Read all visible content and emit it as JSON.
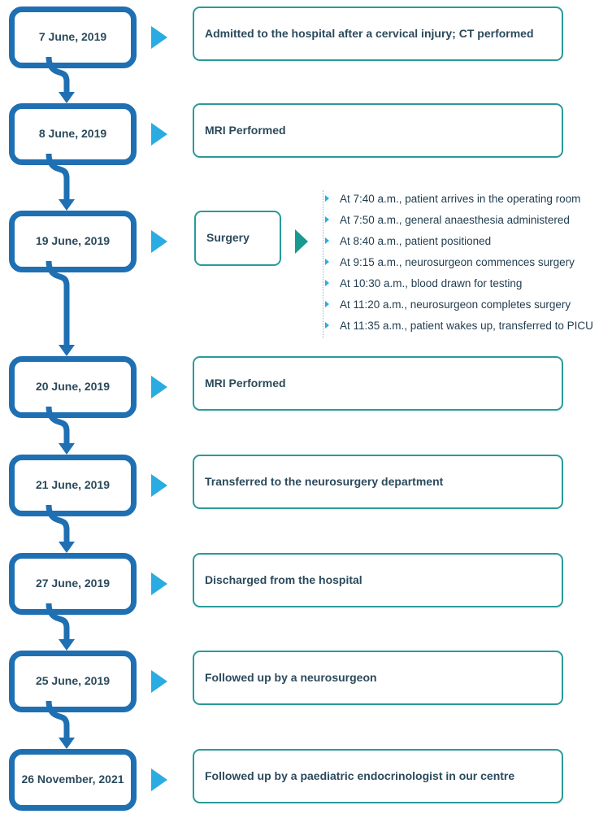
{
  "timeline": [
    {
      "date": "7 June, 2019",
      "event": "Admitted to the hospital after a cervical injury; CT performed"
    },
    {
      "date": "8 June, 2019",
      "event": "MRI Performed"
    },
    {
      "date": "19 June, 2019",
      "event": "Surgery",
      "details": [
        "At 7:40 a.m., patient arrives in the operating room",
        "At 7:50 a.m., general anaesthesia administered",
        "At 8:40 a.m., patient positioned",
        "At 9:15 a.m., neurosurgeon commences surgery",
        "At 10:30 a.m., blood drawn for testing",
        "At 11:20 a.m., neurosurgeon completes surgery",
        "At 11:35 a.m., patient wakes up, transferred to PICU"
      ]
    },
    {
      "date": "20 June, 2019",
      "event": "MRI Performed"
    },
    {
      "date": "21 June, 2019",
      "event": "Transferred to the neurosurgery department"
    },
    {
      "date": "27 June, 2019",
      "event": "Discharged from the hospital"
    },
    {
      "date": "25 June, 2019",
      "event": "Followed up by a neurosurgeon"
    },
    {
      "date": "26 November, 2021",
      "event": "Followed up by a paediatric endocrinologist in our centre"
    }
  ],
  "colors": {
    "date_border": "#1f6fb3",
    "event_border": "#2a9a9a",
    "pointer": "#2aace2",
    "sub_pointer": "#1a9990",
    "text": "#2b4a5c"
  },
  "icons": {
    "pointer": "triangle-right-icon",
    "bullet": "bullet-triangle-icon",
    "connector": "curved-arrow-down-icon"
  }
}
